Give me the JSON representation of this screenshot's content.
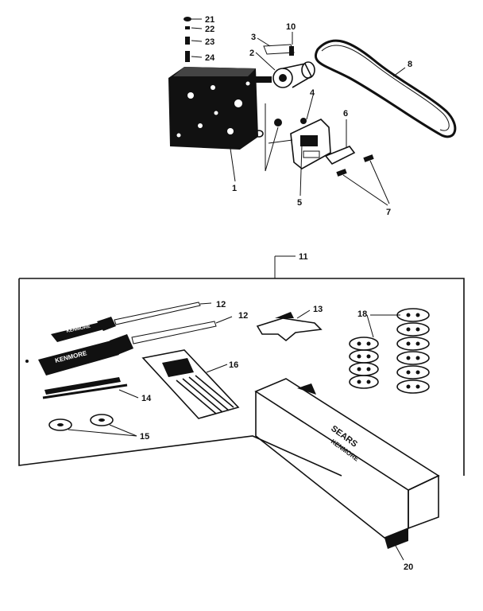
{
  "callouts": {
    "c1": "1",
    "c2": "2",
    "c3": "3",
    "c4": "4",
    "c5": "5",
    "c6": "6",
    "c7": "7",
    "c8": "8",
    "c10": "10",
    "c11": "11",
    "c12a": "12",
    "c12b": "12",
    "c13": "13",
    "c14": "14",
    "c15": "15",
    "c16": "16",
    "c18": "18",
    "c20": "20",
    "c21": "21",
    "c22": "22",
    "c23": "23",
    "c24": "24"
  },
  "brands": {
    "screwdriver_large": "KENMORE",
    "screwdriver_small": "KENMORE",
    "box_top": "SEARS",
    "box_bottom": "KENMORE"
  },
  "colors": {
    "ink": "#111111",
    "paper": "#ffffff"
  }
}
